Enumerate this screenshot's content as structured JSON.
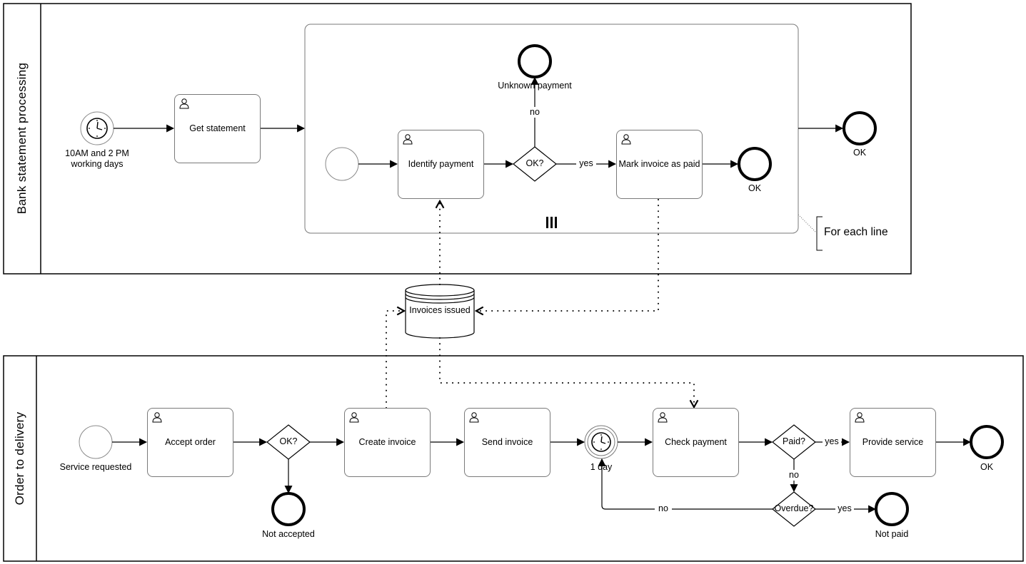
{
  "pools": {
    "bank": {
      "title": "Bank statement processing"
    },
    "order": {
      "title": "Order to delivery"
    }
  },
  "bank_flow": {
    "start_timer_label": "10AM and 2 PM working days",
    "get_statement": "Get statement",
    "identify_payment": "Identify payment",
    "gateway_ok": "OK?",
    "flow_no": "no",
    "flow_yes": "yes",
    "unknown_payment_end": "Unknown payment",
    "mark_invoice_paid": "Mark invoice as paid",
    "inner_end_ok": "OK",
    "outer_end_ok": "OK",
    "annotation": "For each line"
  },
  "data_store": {
    "label": "Invoices issued"
  },
  "order_flow": {
    "start_label": "Service requested",
    "accept_order": "Accept order",
    "gateway_ok": "OK?",
    "not_accepted_end": "Not accepted",
    "create_invoice": "Create invoice",
    "send_invoice": "Send invoice",
    "timer_label": "1 day",
    "check_payment": "Check payment",
    "gateway_paid": "Paid?",
    "flow_yes_paid": "yes",
    "flow_no_paid": "no",
    "provide_service": "Provide service",
    "end_ok": "OK",
    "gateway_overdue": "Overdue?",
    "flow_yes_overdue": "yes",
    "flow_no_overdue": "no",
    "not_paid_end": "Not paid"
  },
  "icons": [
    "user-task-icon",
    "timer-icon",
    "parallel-multi-instance-icon"
  ]
}
